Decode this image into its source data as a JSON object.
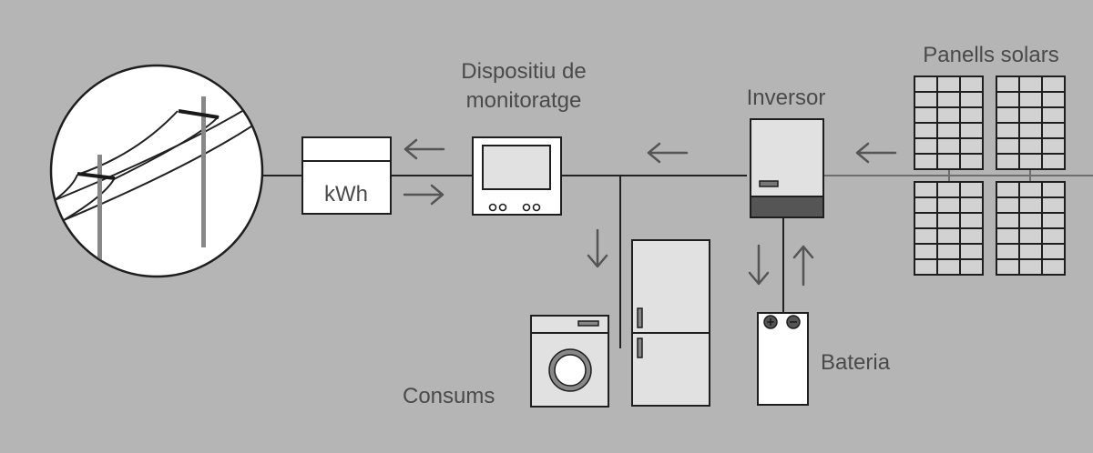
{
  "diagram": {
    "title": "Solar self-consumption installation",
    "labels": {
      "monitoring_device_line1": "Dispositiu de",
      "monitoring_device_line2": "monitoratge",
      "inverter": "Inversor",
      "solar_panels": "Panells solars",
      "consumers": "Consums",
      "battery": "Bateria",
      "meter_unit": "kWh"
    },
    "components": [
      {
        "id": "grid",
        "name": "Power grid (utility poles)"
      },
      {
        "id": "meter",
        "name": "Bidirectional energy meter",
        "unit": "kWh"
      },
      {
        "id": "monitor",
        "name": "Dispositiu de monitoratge"
      },
      {
        "id": "inverter",
        "name": "Inversor"
      },
      {
        "id": "panels",
        "name": "Panells solars",
        "count": 4,
        "cells_per_panel": "3x6"
      },
      {
        "id": "consumers",
        "name": "Consums",
        "items": [
          "washing machine",
          "fridge"
        ]
      },
      {
        "id": "battery",
        "name": "Bateria",
        "terminals": [
          "+",
          "-"
        ]
      }
    ],
    "flows": [
      {
        "from": "panels",
        "to": "inverter",
        "direction": "left"
      },
      {
        "from": "inverter",
        "to": "monitor",
        "direction": "left"
      },
      {
        "from": "monitor",
        "to": "meter",
        "direction": "left"
      },
      {
        "from": "meter",
        "to": "monitor",
        "direction": "right"
      },
      {
        "from": "monitor",
        "to": "consumers",
        "direction": "down"
      },
      {
        "from": "inverter",
        "to": "battery",
        "direction": "down"
      },
      {
        "from": "battery",
        "to": "inverter",
        "direction": "up"
      }
    ],
    "colors": {
      "background": "#b5b5b5",
      "line": "#222222",
      "arrow": "#555555",
      "pole": "#888888",
      "panel_cell": "#d2d2d2",
      "inverter_base": "#555555"
    }
  }
}
